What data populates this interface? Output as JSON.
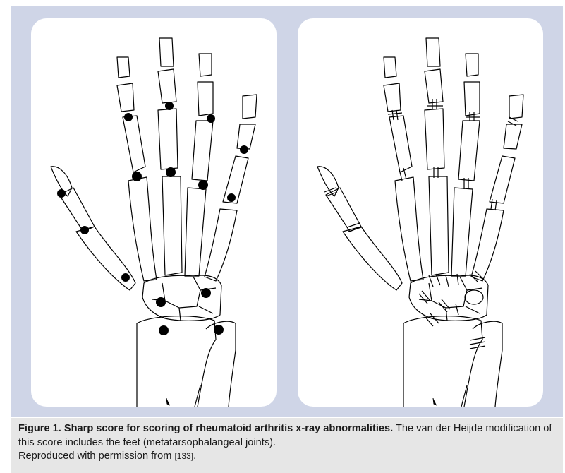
{
  "figure": {
    "background_color": "#cfd5e7",
    "panels": [
      {
        "name": "left-hand-erosion-sites",
        "marker": "filled dots at joints"
      },
      {
        "name": "right-hand-joint-space-narrowing-sites",
        "marker": "tick marks across joints"
      }
    ]
  },
  "caption": {
    "title": "Figure 1. Sharp score for scoring of rheumatoid arthritis x-ray abnormalities.",
    "body": " The van der Heijde modification of this score includes the feet (metatarsophalangeal joints).",
    "permission": "Reproduced with permission from ",
    "ref": "[133]",
    "end": "."
  }
}
